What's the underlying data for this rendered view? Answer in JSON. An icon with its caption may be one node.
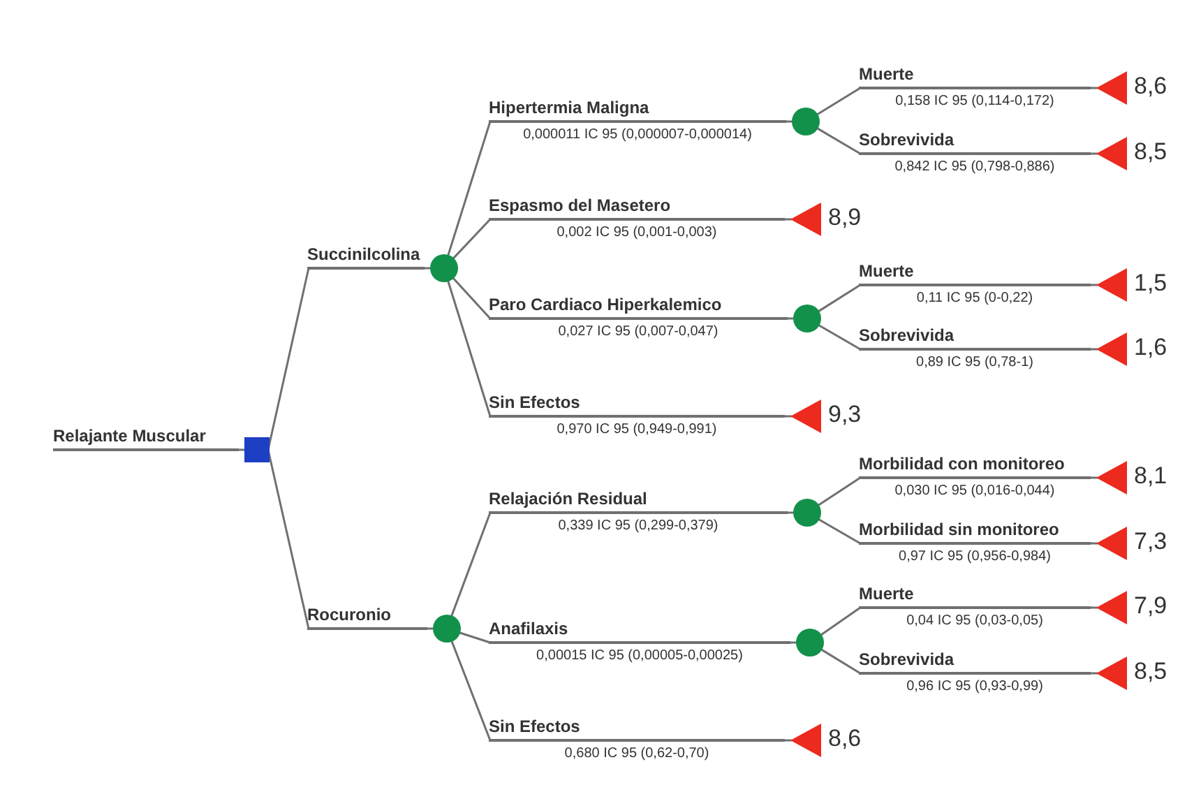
{
  "diagram": {
    "nodes": [
      {
        "text": [
          "Relajante Muscular"
        ]
      },
      {
        "text": [],
        "shape": "box"
      },
      {
        "text": [
          "Succinilcolina"
        ]
      },
      {
        "text": [],
        "shape": "circle"
      },
      {
        "text": [
          "Rocuronio"
        ]
      },
      {
        "text": [],
        "shape": "circle"
      },
      {
        "text": [
          "Hipertermia Maligna",
          "0,000011 IC 95 (0,000007-0,000014)"
        ]
      },
      {
        "text": [],
        "shape": "circle"
      },
      {
        "text": [
          "Muerte",
          "0,158 IC 95 (0,114-0,172)"
        ]
      },
      {
        "text": [],
        "shape": "triangle",
        "beside": [
          "8,6"
        ]
      },
      {
        "text": [
          "Sobrevivida",
          "0,842 IC 95 (0,798-0,886)"
        ]
      },
      {
        "text": [],
        "shape": "triangle",
        "beside": [
          "8,5"
        ]
      },
      {
        "text": [
          "Espasmo del Masetero",
          "0,002 IC 95 (0,001-0,003)"
        ]
      },
      {
        "text": [],
        "shape": "triangle",
        "beside": [
          "8,9"
        ]
      },
      {
        "text": [
          "Paro Cardiaco Hiperkalemico",
          "0,027 IC 95 (0,007-0,047)"
        ]
      },
      {
        "text": [],
        "shape": "circle"
      },
      {
        "text": [
          "Muerte",
          "0,11 IC 95 (0-0,22)"
        ]
      },
      {
        "text": [],
        "shape": "triangle",
        "beside": [
          "1,5"
        ]
      },
      {
        "text": [
          "Sobrevivida",
          "0,89 IC 95 (0,78-1)"
        ]
      },
      {
        "text": [],
        "shape": "triangle",
        "beside": [
          "1,6"
        ]
      },
      {
        "text": [
          "Sin Efectos",
          "0,970 IC 95 (0,949-0,991)"
        ]
      },
      {
        "text": [],
        "shape": "triangle",
        "beside": [
          "9,3"
        ]
      },
      {
        "text": [
          "Relajación Residual",
          "0,339 IC 95 (0,299-0,379)"
        ]
      },
      {
        "text": [],
        "shape": "circle"
      },
      {
        "text": [
          "Morbilidad con monitoreo",
          "0,030 IC 95 (0,016-0,044)"
        ]
      },
      {
        "text": [],
        "shape": "triangle",
        "beside": [
          "8,1"
        ]
      },
      {
        "text": [
          "Morbilidad sin monitoreo",
          "0,97 IC 95 (0,956-0,984)"
        ]
      },
      {
        "text": [],
        "shape": "triangle",
        "beside": [
          "7,3"
        ]
      },
      {
        "text": [
          "Anafilaxis",
          "0,00015 IC 95 (0,00005-0,00025)"
        ]
      },
      {
        "text": [],
        "shape": "circle"
      },
      {
        "text": [
          "Muerte",
          "0,04 IC 95 (0,03-0,05)"
        ]
      },
      {
        "text": [],
        "shape": "triangle",
        "beside": [
          "7,9"
        ]
      },
      {
        "text": [
          "Sobrevivida",
          "0,96 IC 95 (0,93-0,99)"
        ]
      },
      {
        "text": [],
        "shape": "triangle",
        "beside": [
          "8,5"
        ]
      },
      {
        "text": [
          "Sin Efectos",
          "0,680 IC 95 (0,62-0,70)"
        ]
      },
      {
        "text": [],
        "shape": "triangle",
        "beside": [
          "8,6"
        ]
      }
    ],
    "edges": [
      {
        "from": 0,
        "to": 1,
        "arrow": "none"
      },
      {
        "from": 1,
        "to": 2,
        "arrow": "none"
      },
      {
        "from": 2,
        "to": 3,
        "arrow": "none"
      },
      {
        "from": 1,
        "to": 4,
        "arrow": "none"
      },
      {
        "from": 4,
        "to": 5,
        "arrow": "none"
      },
      {
        "from": 3,
        "to": 6,
        "arrow": "none"
      },
      {
        "from": 6,
        "to": 7,
        "arrow": "none"
      },
      {
        "from": 7,
        "to": 8,
        "arrow": "none"
      },
      {
        "from": 8,
        "to": 9,
        "arrow": "none"
      },
      {
        "from": 7,
        "to": 10,
        "arrow": "none"
      },
      {
        "from": 10,
        "to": 11,
        "arrow": "none"
      },
      {
        "from": 3,
        "to": 12,
        "arrow": "none"
      },
      {
        "from": 12,
        "to": 13,
        "arrow": "none"
      },
      {
        "from": 3,
        "to": 14,
        "arrow": "none"
      },
      {
        "from": 14,
        "to": 15,
        "arrow": "none"
      },
      {
        "from": 15,
        "to": 16,
        "arrow": "none"
      },
      {
        "from": 16,
        "to": 17,
        "arrow": "none"
      },
      {
        "from": 15,
        "to": 18,
        "arrow": "none"
      },
      {
        "from": 18,
        "to": 19,
        "arrow": "none"
      },
      {
        "from": 3,
        "to": 20,
        "arrow": "none"
      },
      {
        "from": 20,
        "to": 21,
        "arrow": "none"
      },
      {
        "from": 5,
        "to": 22,
        "arrow": "none"
      },
      {
        "from": 22,
        "to": 23,
        "arrow": "none"
      },
      {
        "from": 23,
        "to": 24,
        "arrow": "none"
      },
      {
        "from": 24,
        "to": 25,
        "arrow": "none"
      },
      {
        "from": 23,
        "to": 26,
        "arrow": "none"
      },
      {
        "from": 26,
        "to": 27,
        "arrow": "none"
      },
      {
        "from": 5,
        "to": 28,
        "arrow": "none"
      },
      {
        "from": 28,
        "to": 29,
        "arrow": "none"
      },
      {
        "from": 29,
        "to": 30,
        "arrow": "none"
      },
      {
        "from": 30,
        "to": 31,
        "arrow": "none"
      },
      {
        "from": 29,
        "to": 32,
        "arrow": "none"
      },
      {
        "from": 32,
        "to": 33,
        "arrow": "none"
      },
      {
        "from": 5,
        "to": 34,
        "arrow": "none"
      },
      {
        "from": 34,
        "to": 35,
        "arrow": "none"
      }
    ]
  }
}
